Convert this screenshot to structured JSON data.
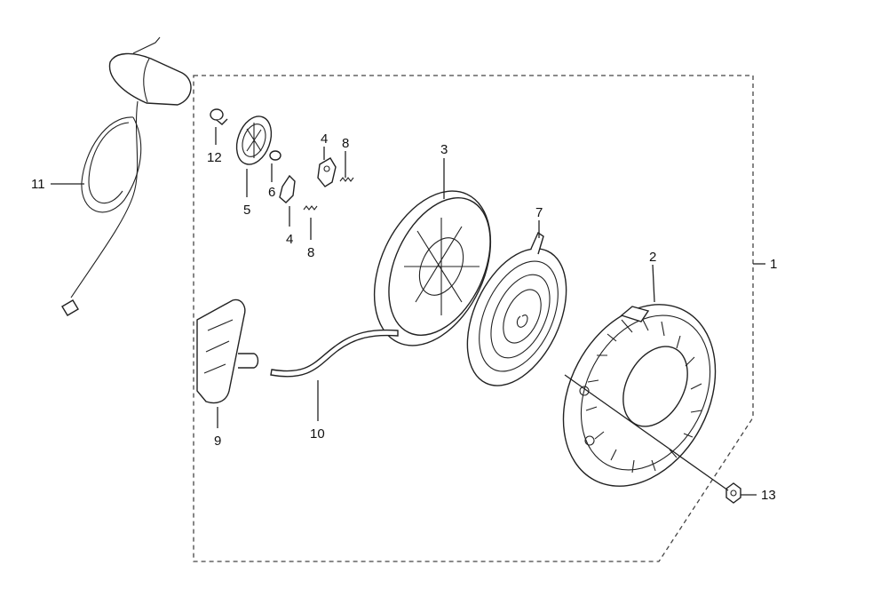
{
  "diagram": {
    "callouts": [
      {
        "id": "c1",
        "text": "1"
      },
      {
        "id": "c2",
        "text": "2"
      },
      {
        "id": "c3",
        "text": "3"
      },
      {
        "id": "c4a",
        "text": "4"
      },
      {
        "id": "c4b",
        "text": "4"
      },
      {
        "id": "c5",
        "text": "5"
      },
      {
        "id": "c6",
        "text": "6"
      },
      {
        "id": "c7",
        "text": "7"
      },
      {
        "id": "c8a",
        "text": "8"
      },
      {
        "id": "c8b",
        "text": "8"
      },
      {
        "id": "c9",
        "text": "9"
      },
      {
        "id": "c10",
        "text": "10"
      },
      {
        "id": "c11",
        "text": "11"
      },
      {
        "id": "c12",
        "text": "12"
      },
      {
        "id": "c13",
        "text": "13"
      }
    ]
  }
}
